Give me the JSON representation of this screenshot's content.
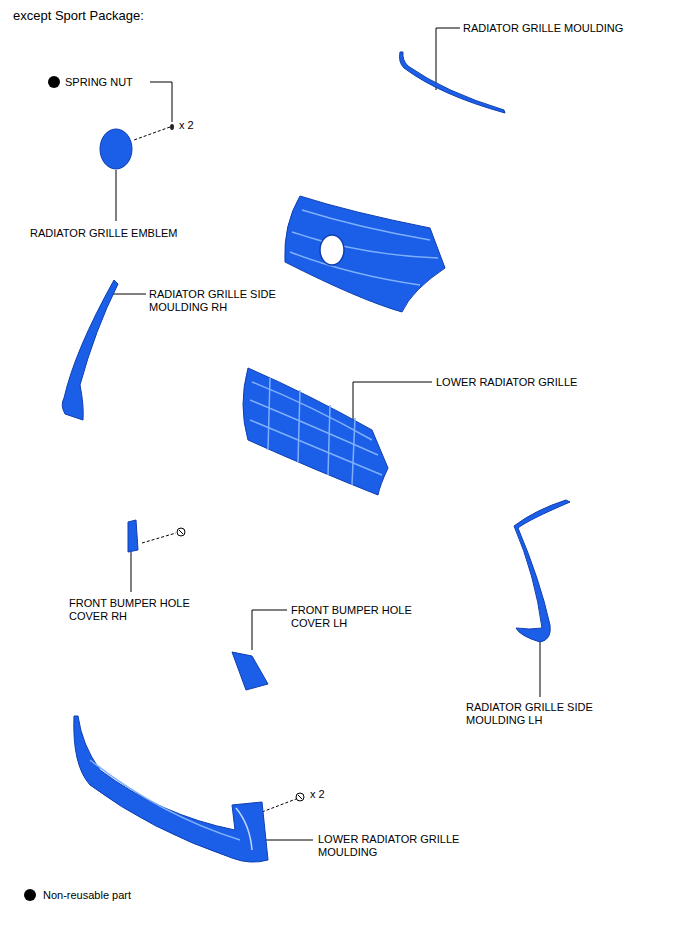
{
  "diagram": {
    "title": "except Sport Package:",
    "labels": [
      "RADIATOR GRILLE MOULDING",
      "SPRING NUT",
      "x 2",
      "RADIATOR GRILLE EMBLEM",
      "RADIATOR GRILLE SIDE MOULDING RH",
      "LOWER RADIATOR GRILLE",
      "FRONT BUMPER HOLE COVER RH",
      "FRONT BUMPER HOLE COVER LH",
      "RADIATOR GRILLE SIDE MOULDING LH",
      "x 2",
      "LOWER RADIATOR GRILLE MOULDING"
    ],
    "legend": [
      {
        "text": "Non-reusable part"
      }
    ]
  }
}
